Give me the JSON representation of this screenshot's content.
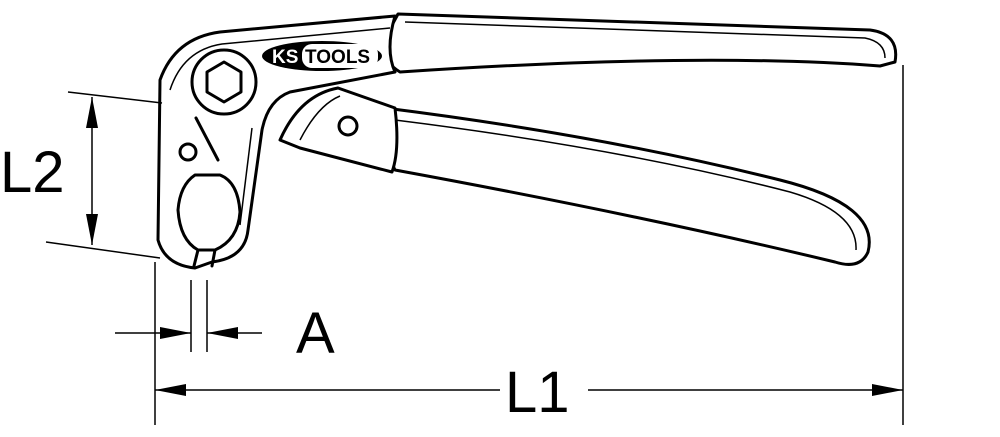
{
  "drawing": {
    "brand_logo": "KS TOOLS",
    "dimensions": {
      "length_total": "L1",
      "jaw_height": "L2",
      "jaw_gap": "A"
    },
    "line_color": "#000000",
    "background_color": "#ffffff"
  }
}
